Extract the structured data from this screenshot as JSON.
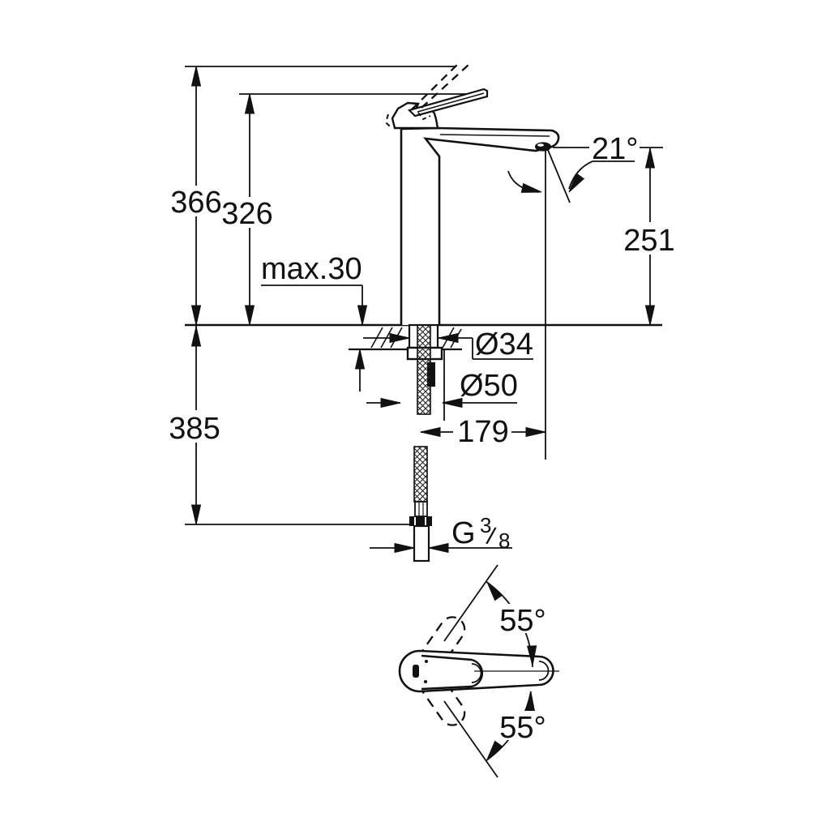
{
  "page": {
    "background": "#ffffff",
    "ink": "#111111"
  },
  "drawing": {
    "kind": "faucet installation dimension drawing",
    "views": {
      "front": "front elevation with deck section and supply hose",
      "top": "plan view of handle swing"
    },
    "labels": {
      "overall_height": "366",
      "lever_height": "326",
      "deck_thickness_max": "max.30",
      "below_deck_length": "385",
      "spout_outlet_height": "251",
      "spout_angle": "21°",
      "shank_diameter": "Ø34",
      "hole_diameter": "Ø50",
      "spout_reach": "179",
      "thread_g": "G",
      "thread_numerator": "3",
      "thread_slash": "/",
      "thread_denominator": "8",
      "handle_swing_up": "55°",
      "handle_swing_down": "55°"
    }
  }
}
